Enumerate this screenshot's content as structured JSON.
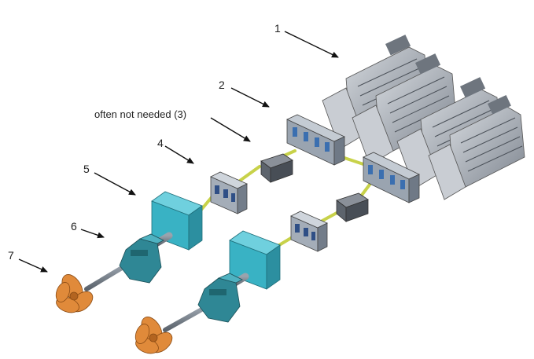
{
  "labels": {
    "engines": "1",
    "switchboard": "2",
    "transformer": "often not needed (3)",
    "converter": "4",
    "motor": "5",
    "gearbox": "6",
    "propeller": "7"
  },
  "colors": {
    "cable": "#c8d24a",
    "motor": "#39b2c4",
    "gearbox": "#2f8795",
    "propeller": "#e08a3a",
    "cabinet": "#8d98a6",
    "engine": "#a4aab2",
    "arrow": "#111111"
  }
}
